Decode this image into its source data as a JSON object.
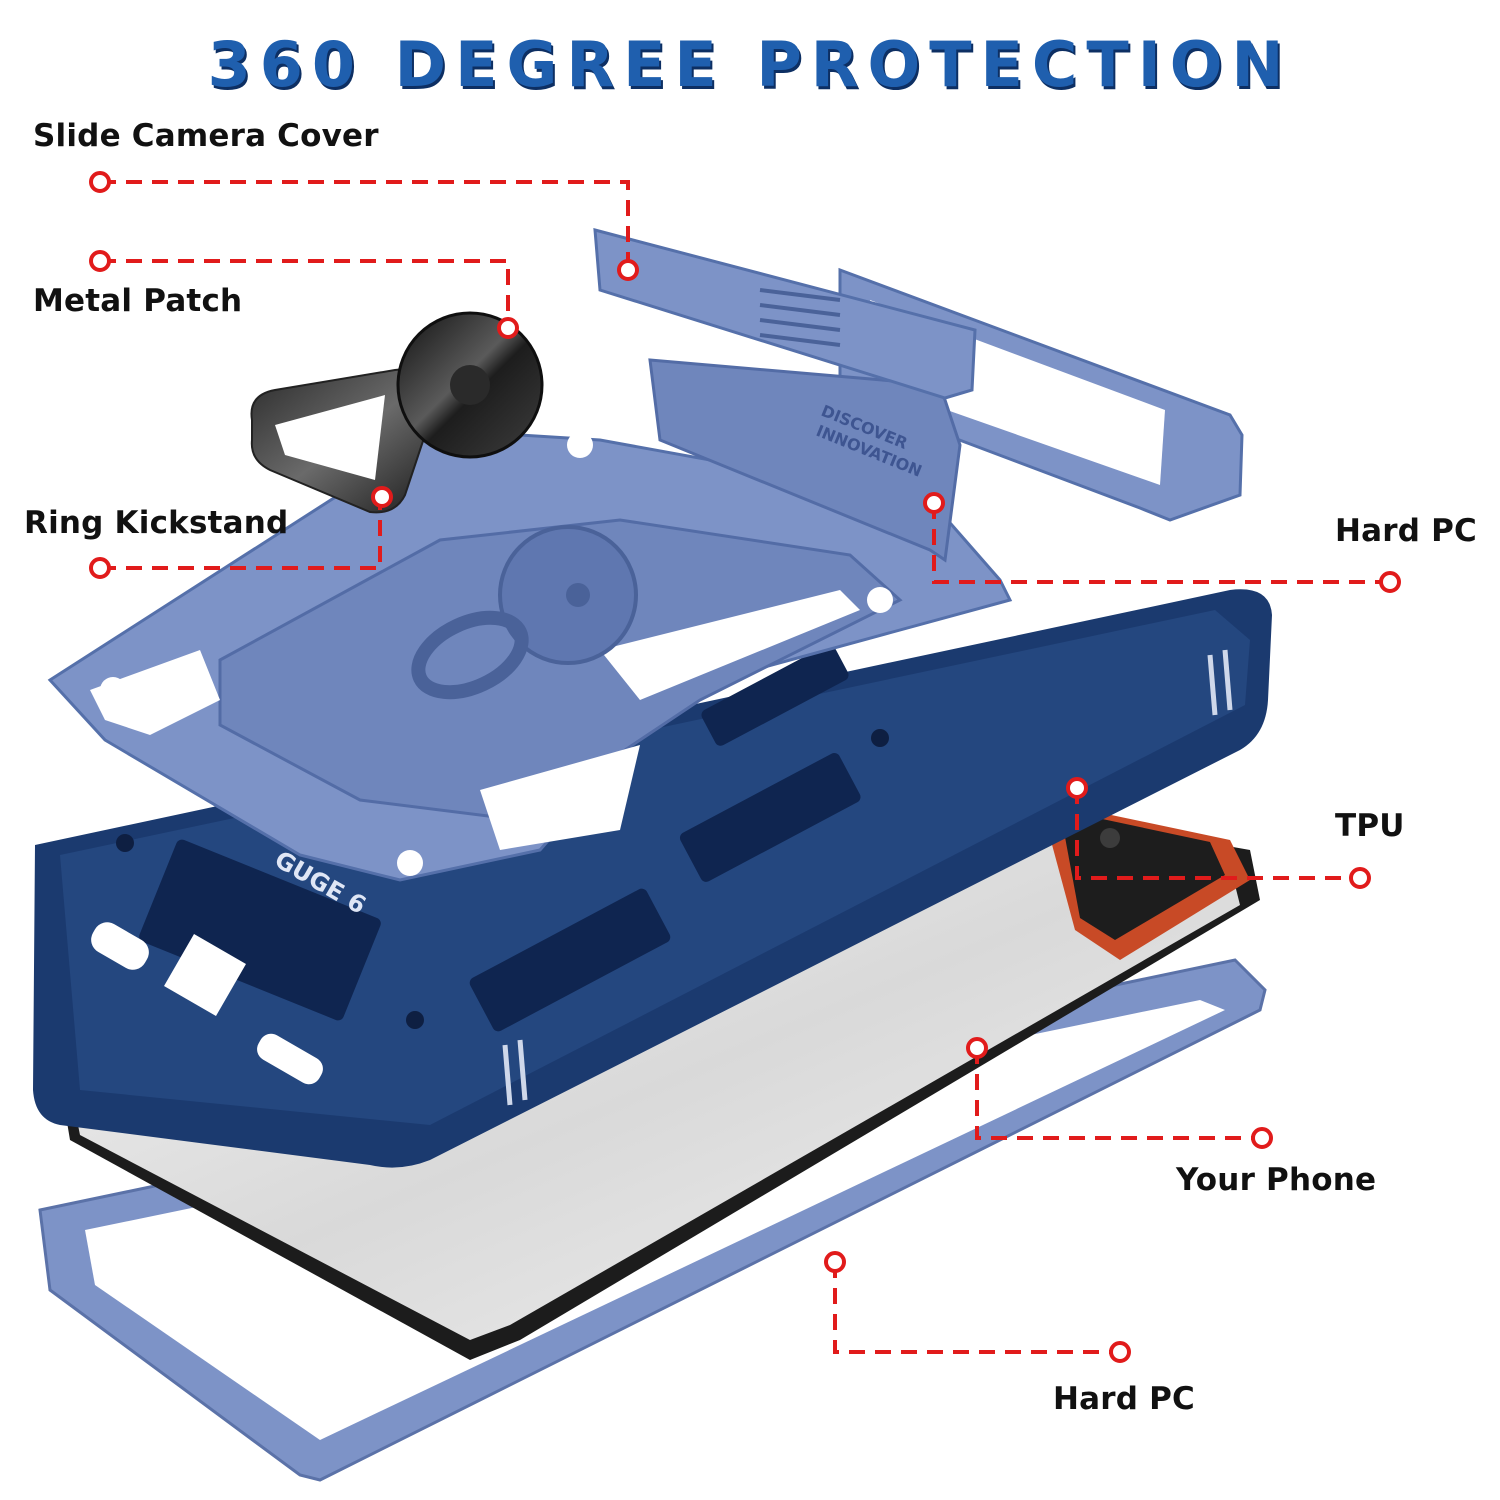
{
  "headline": "360 DEGREE PROTECTION",
  "callouts": {
    "slide_camera_cover": "Slide Camera Cover",
    "metal_patch": "Metal Patch",
    "ring_kickstand": "Ring Kickstand",
    "hard_pc_top": "Hard PC",
    "tpu": "TPU",
    "your_phone": "Your Phone",
    "hard_pc_bottom": "Hard PC"
  },
  "case_engraving": "GUGE 6",
  "slider_engraving_line1": "DISCOVER",
  "slider_engraving_line2": "INNOVATION",
  "colors": {
    "headline": "#1f5fae",
    "leader_line": "#e11b1b",
    "case_light_blue": "#7d93c7",
    "case_navy": "#1b3a6f",
    "label_text": "#111111"
  },
  "icons": [
    "ring-kickstand-icon",
    "camera-slider-icon",
    "phone-icon"
  ]
}
